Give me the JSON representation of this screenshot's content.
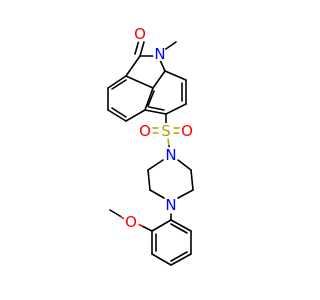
{
  "colors": {
    "carbon_bond": "#000000",
    "oxygen": "#ff0000",
    "nitrogen": "#0000ff",
    "sulfur": "#b3a100",
    "background": "#ffffff"
  },
  "atoms": {
    "carbonyl_oxygen": "O",
    "lactam_nitrogen": "N",
    "sulfur": "S",
    "sulfonyl_oxygen_left": "O",
    "sulfonyl_oxygen_right": "O",
    "piperazine_nitrogen_top": "N",
    "piperazine_nitrogen_bottom": "N",
    "methoxy_oxygen": "O"
  }
}
